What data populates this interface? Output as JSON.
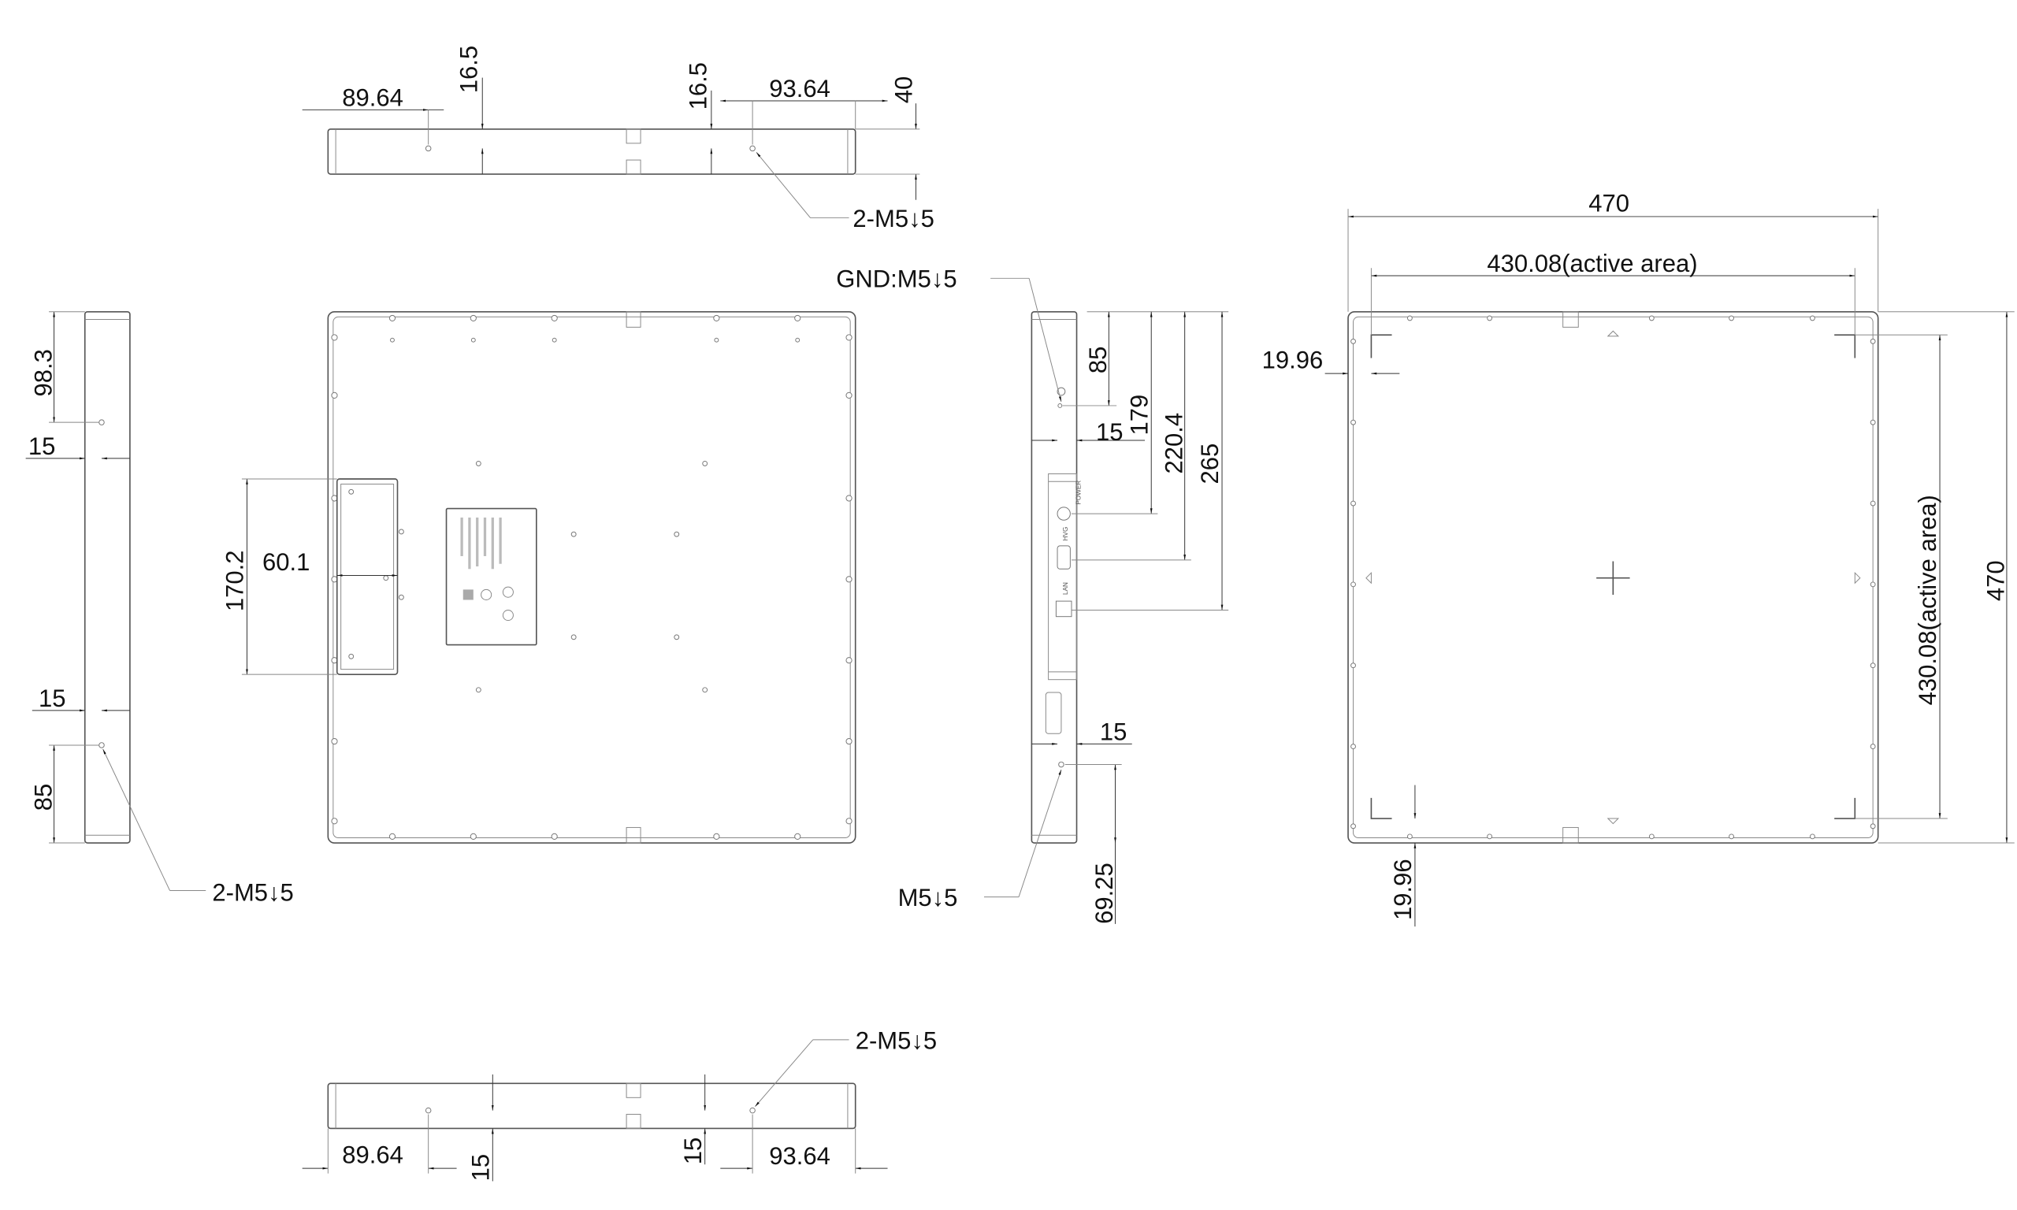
{
  "top_view": {
    "dim_left": "89.64",
    "dim_hole_depth_left": "16.5",
    "dim_hole_depth_right": "16.5",
    "dim_right": "93.64",
    "dim_thickness": "40",
    "hole_callout": "2-M5↓5"
  },
  "left_view": {
    "dim_top": "98.3",
    "dim_offset_top": "15",
    "dim_offset_bottom": "15",
    "dim_bottom": "85",
    "hole_callout": "2-M5↓5"
  },
  "front_view": {
    "handle_height": "170.2",
    "handle_width": "60.1"
  },
  "right_side_view": {
    "gnd_callout": "GND:M5↓5",
    "dim_gnd": "85",
    "dim_gnd_offset": "15",
    "dim_power": "179",
    "dim_hvg": "220.4",
    "dim_lan": "265",
    "dim_offset_bottom": "15",
    "dim_bottom": "69.25",
    "hole_callout": "M5↓5",
    "connectors": [
      "POWER",
      "HVG",
      "LAN"
    ]
  },
  "bottom_view": {
    "dim_left": "89.64",
    "dim_depth_left": "15",
    "dim_depth_right": "15",
    "dim_right": "93.64",
    "hole_callout": "2-M5↓5"
  },
  "back_view": {
    "overall_width": "470",
    "active_width": "430.08(active area)",
    "margin_left": "19.96",
    "margin_bottom": "19.96",
    "active_height": "430.08(active area)",
    "overall_height": "470"
  }
}
